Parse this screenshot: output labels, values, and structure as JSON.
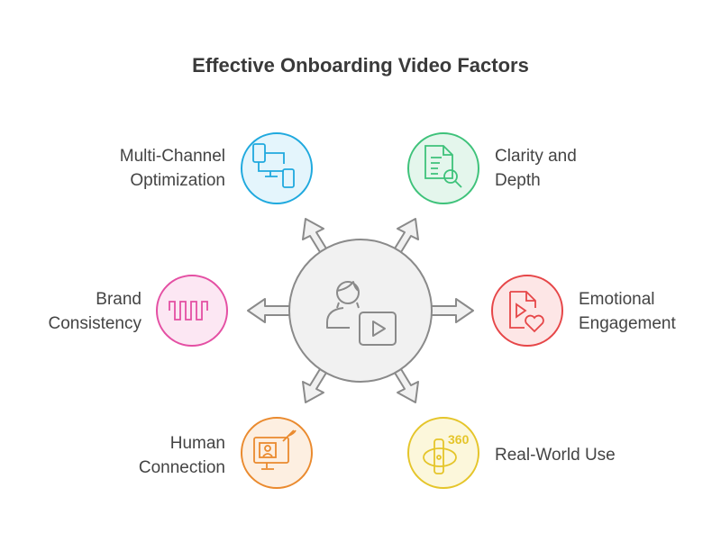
{
  "title": "Effective Onboarding Video Factors",
  "factors": [
    {
      "line1": "Multi-Channel",
      "line2": "Optimization",
      "icon": "devices-icon",
      "color": "#1fa9de",
      "fill": "#e4f5fc"
    },
    {
      "line1": "Clarity and",
      "line2": "Depth",
      "icon": "document-search-icon",
      "color": "#3ec27a",
      "fill": "#e4f6ec"
    },
    {
      "line1": "Brand",
      "line2": "Consistency",
      "icon": "waveform-icon",
      "color": "#e44fa3",
      "fill": "#fce7f3"
    },
    {
      "line1": "Emotional",
      "line2": "Engagement",
      "icon": "video-heart-icon",
      "color": "#e64648",
      "fill": "#fde6e6"
    },
    {
      "line1": "Human",
      "line2": "Connection",
      "icon": "video-call-icon",
      "color": "#ea8a2e",
      "fill": "#fdefe1"
    },
    {
      "line1": "Real-World Use",
      "line2": "",
      "icon": "vr-360-icon",
      "color": "#e5c52a",
      "fill": "#fcf7db"
    }
  ],
  "center": {
    "icon": "person-video-icon",
    "color": "#8a8a8a",
    "fill": "#f1f1f1"
  },
  "icon_texts": {
    "vr": "360"
  }
}
